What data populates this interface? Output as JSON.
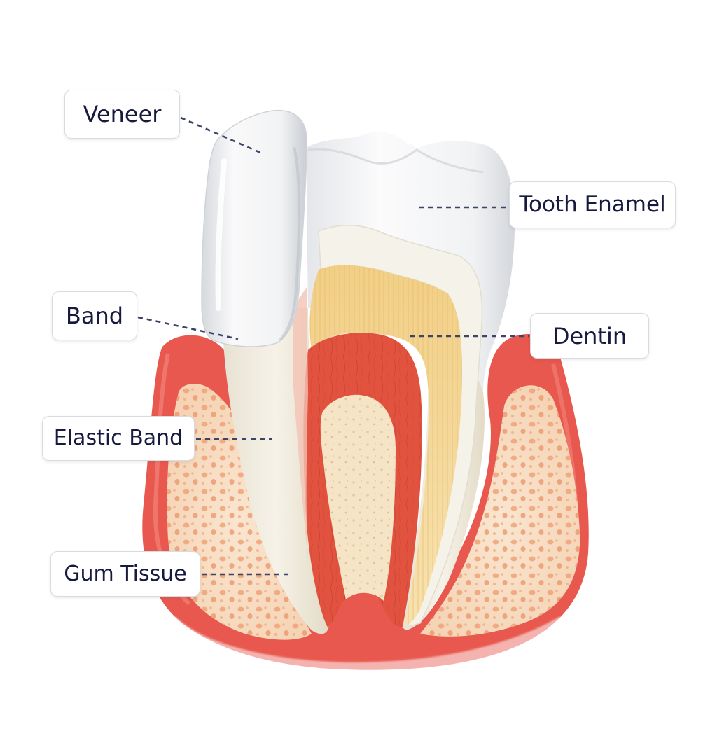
{
  "diagram": {
    "labels": {
      "veneer": "Veneer",
      "tooth_enamel": "Tooth Enamel",
      "band": "Band",
      "dentin": "Dentin",
      "elastic_band": "Elastic Band",
      "gum_tissue": "Gum Tissue"
    },
    "colors": {
      "label_text": "#17193f",
      "leader_line": "#3c4468",
      "gum": "#e8584e",
      "gum_light": "#f5a49b",
      "bone": "#f7dcc0",
      "bone_dots": "#ee9a6e",
      "enamel": "#f4f5f6",
      "veneer": "#f2f3f4",
      "dentin": "#f3d592",
      "pulp": "#e2533f",
      "root_core": "#f4e3c4"
    }
  }
}
